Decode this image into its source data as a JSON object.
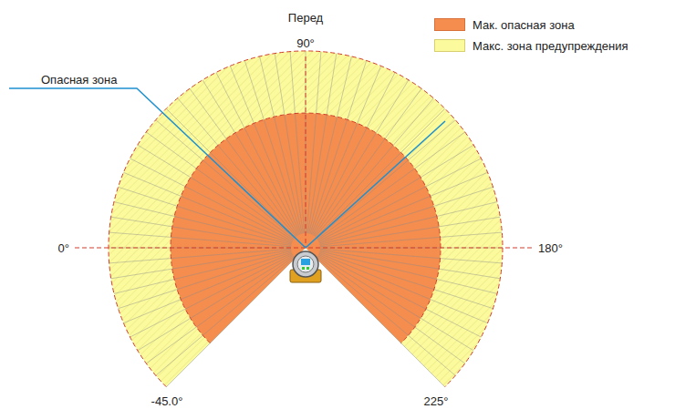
{
  "diagram": {
    "labels": [
      "Перед",
      "90°",
      "0°",
      "180°",
      "-45.0°",
      "225°",
      "Опасная зона"
    ],
    "legend": [
      {
        "text": "Мак. опасная зона",
        "color": "#f58d4e"
      },
      {
        "text": "Макс. зона предупреждения",
        "color": "#fbfb9e"
      }
    ]
  }
}
